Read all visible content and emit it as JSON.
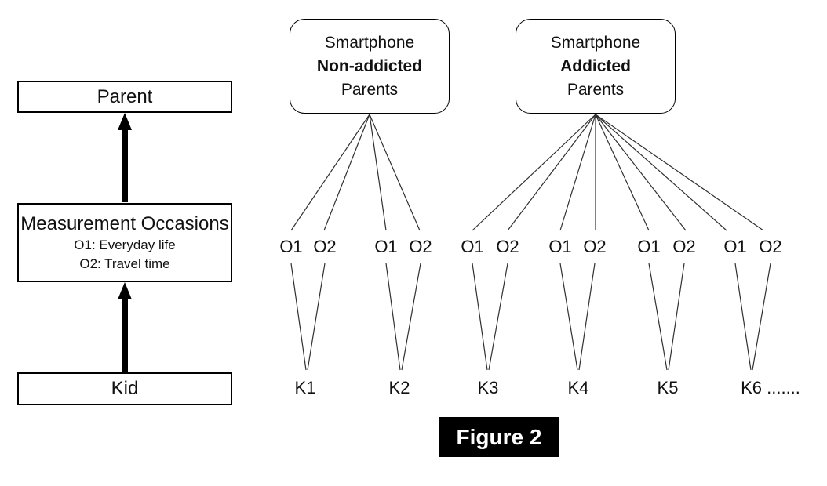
{
  "figure_caption": "Figure 2",
  "left_flow": {
    "parent_label": "Parent",
    "measurement_heading": "Measurement Occasions",
    "measurement_o1": "O1: Everyday life",
    "measurement_o2": "O2: Travel time",
    "kid_label": "Kid"
  },
  "group_nonaddicted": {
    "line1": "Smartphone",
    "line2_bold": "Non-addicted",
    "line3": "Parents"
  },
  "group_addicted": {
    "line1": "Smartphone",
    "line2_bold": "Addicted",
    "line3": "Parents"
  },
  "occasions": [
    "O1",
    "O2",
    "O1",
    "O2",
    "O1",
    "O2",
    "O1",
    "O2",
    "O1",
    "O2",
    "O1",
    "O2"
  ],
  "kids": [
    "K1",
    "K2",
    "K3",
    "K4",
    "K5",
    "K6 ......."
  ],
  "colors": {
    "background": "#ffffff",
    "box_border": "#000000",
    "connector_line": "#303030",
    "arrow": "#000000",
    "caption_background": "#000000",
    "caption_text": "#ffffff"
  }
}
